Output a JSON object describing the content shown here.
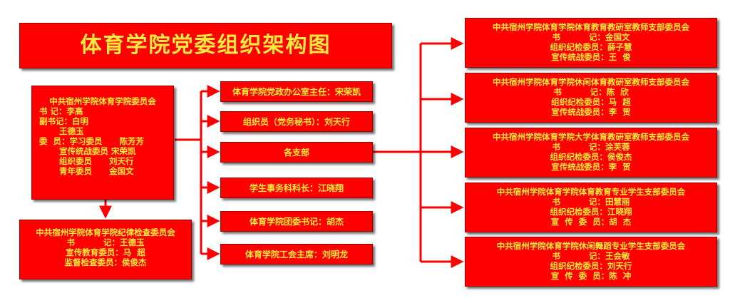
{
  "title": "体育学院党委组织架构图",
  "party_committee": {
    "heading": "中共宿州学院体育学院委员会",
    "lines": [
      "书 记：李高",
      "副书记：白明",
      "       王德玉",
      "委  员：学习委员      陈芳芳",
      "       宣传统战委员 宋荣凯",
      "       组织委员      刘天行",
      "       青年委员      金国文"
    ]
  },
  "discipline_committee": {
    "heading": "中共宿州学院体育学院纪律检查委员会",
    "lines": [
      "书          记：王德玉",
      "宣传教育委员：马  超",
      "监督检查委员：侯俊杰"
    ]
  },
  "middle_items": [
    "体育学院党政办公室主任：宋荣凯",
    "组织员（党务秘书）：刘天行",
    "各支部",
    "学生事务科科长：江晓翔",
    "体育学院团委书记：胡杰",
    "体育学院工会主席：刘明龙"
  ],
  "branches": [
    {
      "heading": "中共宿州学院体育学院体育教育教研室教师支部委员会",
      "lines": [
        "书          记：金国文",
        "组织纪检委员：薛子慧",
        "宣传统战委员：王  俊"
      ]
    },
    {
      "heading": "中共宿州学院体育学院休闲体育教研室教师支部委员会",
      "lines": [
        "书          记：陈  欣",
        "组织纪检委员：马  超",
        "宣传统战委员：李  贺"
      ]
    },
    {
      "heading": "中共宿州学院体育学院大学体育教研室教师支部委员会",
      "lines": [
        "书          记：涂芙蓉",
        "组织纪检委员：侯俊杰",
        "宣传统战委员：李  贺"
      ]
    },
    {
      "heading": "中共宿州学院体育学院体育教育专业学生支部委员会",
      "lines": [
        "书          记：田慧丽",
        "组织纪检委员：江晓翔",
        "宣  传  委  员：胡  杰"
      ]
    },
    {
      "heading": "中共宿州学院体育学院休闲舞蹈专业学生支部委员会",
      "lines": [
        "书          记：王会敏",
        "组织纪检委员：刘天行",
        "宣  传  委  员：陈  冲"
      ]
    }
  ],
  "colors": {
    "box": "#ff0000",
    "text": "#ffeb3b",
    "title_text": "#ffeb3b",
    "connector": "#ff0000"
  }
}
